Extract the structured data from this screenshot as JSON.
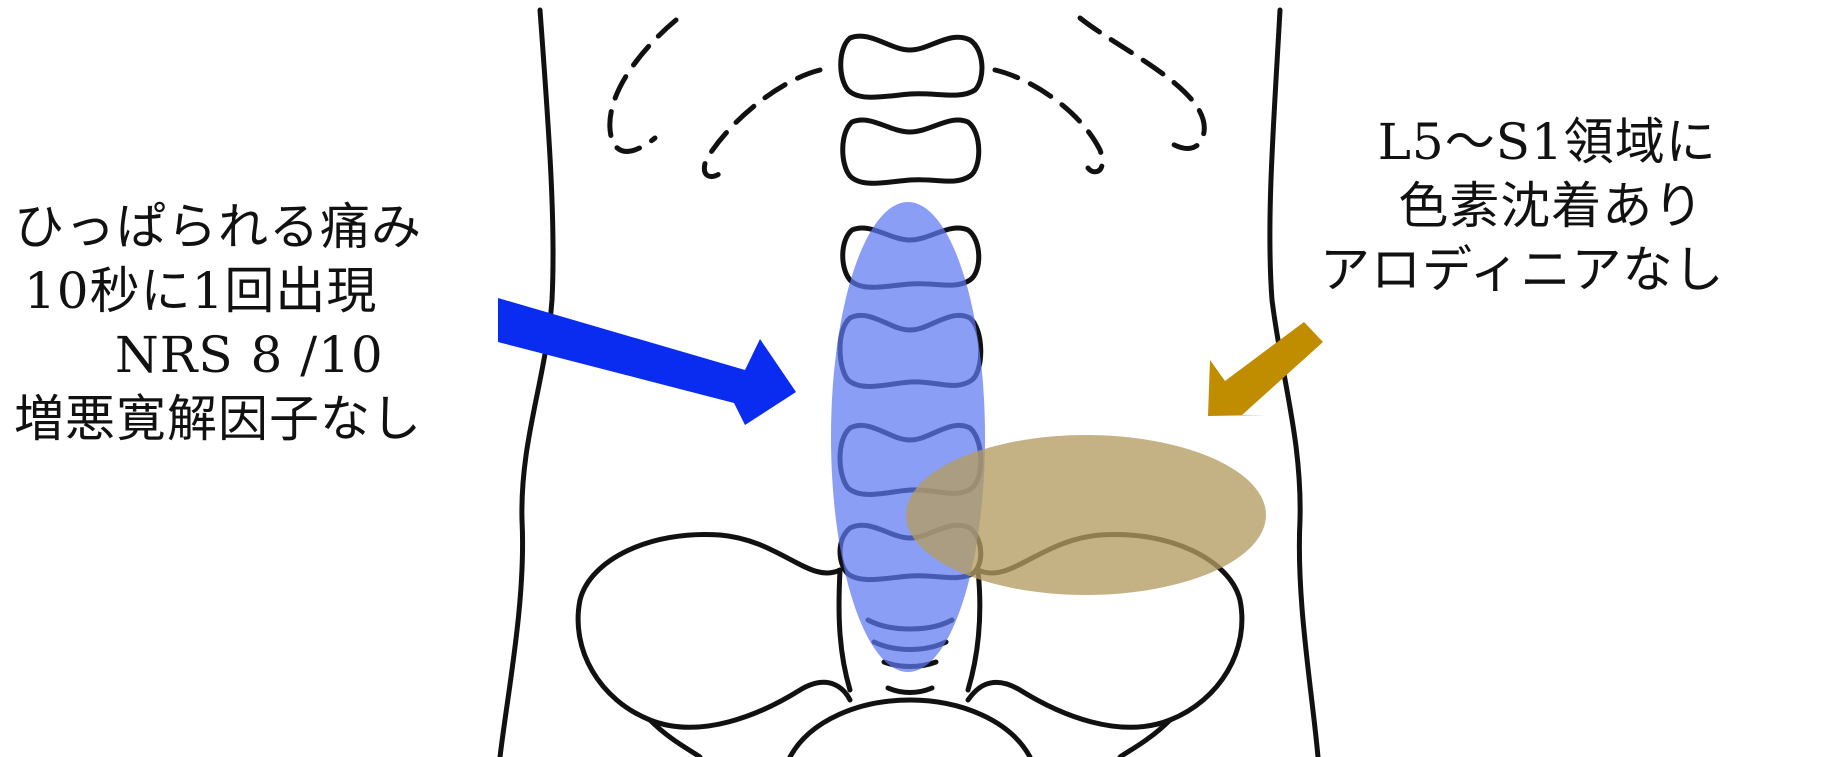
{
  "left_note": {
    "lines": [
      "ひっぱられる痛み",
      "10秒に1回出現",
      "NRS 8 /10",
      "増悪寛解因子なし"
    ]
  },
  "right_note": {
    "lines": [
      "L5〜S1領域に",
      "色素沈着あり",
      "アロディニアなし"
    ]
  },
  "colors": {
    "outline": "#111111",
    "blue_highlight": "#5b78f0",
    "blue_arrow": "#0a2cf0",
    "tan_highlight": "#b49c62",
    "tan_arrow": "#c08c00"
  }
}
